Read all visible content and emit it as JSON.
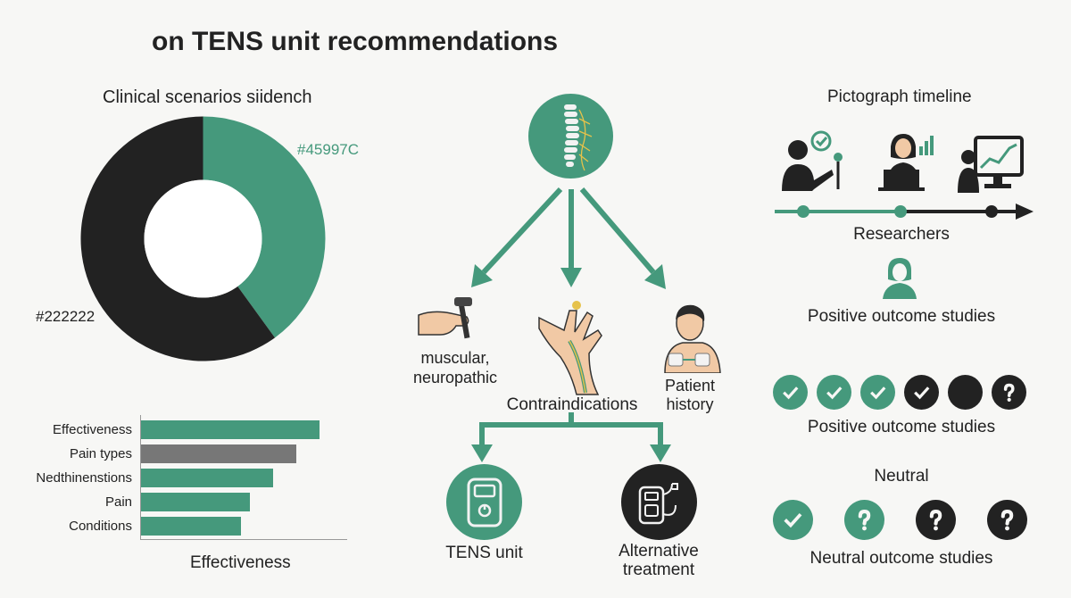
{
  "title": "on TENS unit recommendations",
  "colors": {
    "green": "#45997C",
    "dark": "#222222",
    "gray": "#777777"
  },
  "donut": {
    "heading": "Clinical scenarios siidench",
    "green_label": "#45997C",
    "dark_label": "#222222"
  },
  "bars": {
    "xlabel": "Effectiveness",
    "items": [
      {
        "label": "Effectiveness"
      },
      {
        "label": "Pain types"
      },
      {
        "label": "Nedthinenstions"
      },
      {
        "label": "Pain"
      },
      {
        "label": "Conditions"
      }
    ]
  },
  "flow": {
    "branch1": "muscular,\nneuropathic",
    "branch2": "Contraindications",
    "branch3": "Patient\nhistory",
    "out1": "TENS unit",
    "out2": "Alternative\ntreatment"
  },
  "right": {
    "heading": "Pictograph timeline",
    "researchers": "Researchers",
    "positive1": "Positive outcome studies",
    "positive2": "Positive outcome studies",
    "neutral": "Neutral",
    "neutral_studies": "Neutral outcome studies"
  },
  "chart_data": [
    {
      "type": "pie",
      "title": "Clinical scenarios siidench",
      "slices": [
        {
          "label": "#45997C",
          "value": 40
        },
        {
          "label": "#222222",
          "value": 60
        }
      ]
    },
    {
      "type": "bar",
      "orientation": "horizontal",
      "xlabel": "Effectiveness",
      "categories": [
        "Effectiveness",
        "Pain types",
        "Nedthinenstions",
        "Pain",
        "Conditions"
      ],
      "values": [
        100,
        87,
        74,
        61,
        56
      ],
      "xlim": [
        0,
        116
      ]
    }
  ]
}
